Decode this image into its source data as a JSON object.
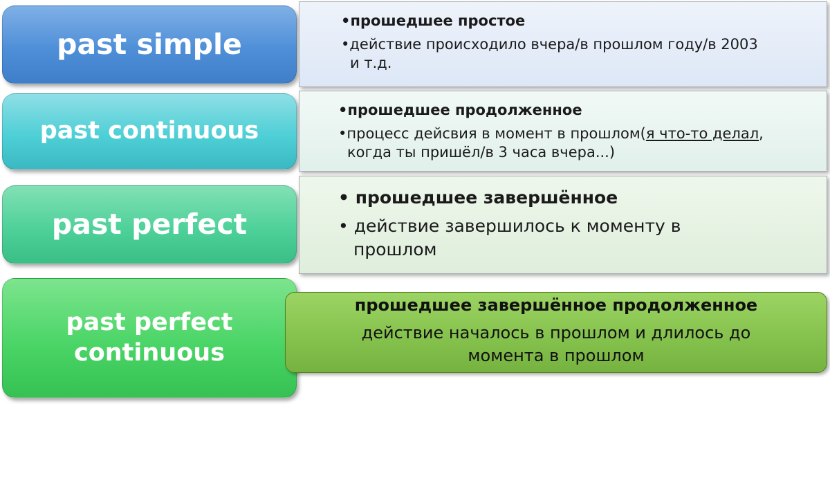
{
  "tenses": [
    {
      "label": "past simple",
      "title": "прошедшее простое",
      "description_lines": [
        "действие происходило вчера/в прошлом году/в 2003",
        "и т.д."
      ]
    },
    {
      "label": "past continuous",
      "title": "прошедшее продолженное",
      "description_prefix": "процесс дейсвия в момент в прошлом(",
      "description_underlined": "я что-то делал",
      "description_suffix": ",",
      "description_line2": "когда ты пришёл/в 3 часа вчера...)"
    },
    {
      "label": "past perfect",
      "title": "прошедшее завершённое",
      "description_lines": [
        "действие завершилось к моменту в",
        "прошлом"
      ]
    },
    {
      "label_lines": [
        "past perfect",
        "continuous"
      ],
      "title": "прошедшее завершённое продолженное",
      "description_lines": [
        "действие началось в прошлом и длилось до",
        "момента в прошлом"
      ]
    }
  ],
  "bullet": "•",
  "colors": {
    "past_simple": "#4f8fd8",
    "past_continuous": "#4fcfd6",
    "past_perfect": "#4fd19a",
    "past_perfect_continuous": "#4bd567",
    "ppc_description": "#86c24e"
  }
}
